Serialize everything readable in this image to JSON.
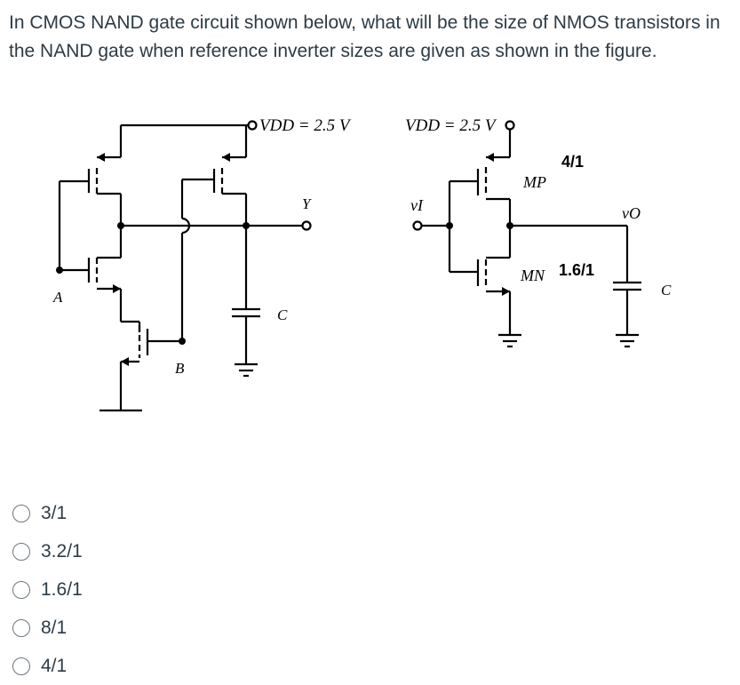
{
  "question": {
    "text": "In CMOS NAND gate circuit shown below, what will be the size of NMOS transistors in the NAND gate when reference inverter sizes are given as shown in the figure."
  },
  "figure": {
    "nand": {
      "vdd_label": "VDD = 2.5 V",
      "input_a": "A",
      "input_b": "B",
      "output": "Y",
      "cap": "C"
    },
    "inverter": {
      "vdd_label": "VDD = 2.5 V",
      "input": "vI",
      "output": "vO",
      "pmos_name": "MP",
      "pmos_size": "4/1",
      "nmos_name": "MN",
      "nmos_size": "1.6/1",
      "cap": "C"
    }
  },
  "options": [
    {
      "label": "3/1"
    },
    {
      "label": "3.2/1"
    },
    {
      "label": "1.6/1"
    },
    {
      "label": "8/1"
    },
    {
      "label": "4/1"
    }
  ]
}
